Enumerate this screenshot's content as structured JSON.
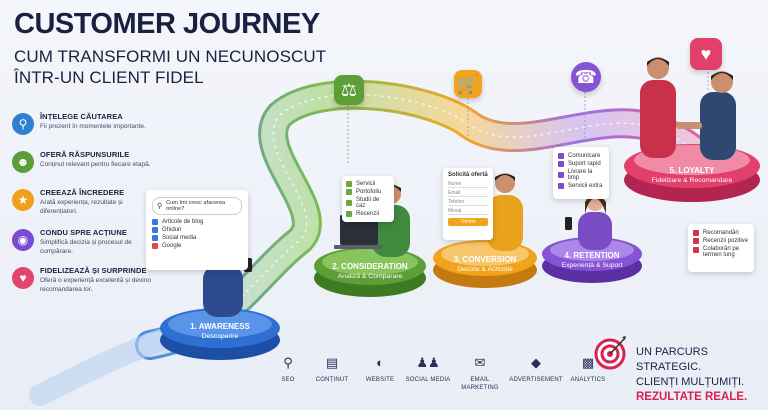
{
  "header": {
    "title": "CUSTOMER JOURNEY",
    "subtitle_line1": "CUM TRANSFORMI UN NECUNOSCUT",
    "subtitle_line2": "ÎNTR-UN CLIENT FIDEL"
  },
  "steps": [
    {
      "title": "ÎNȚELEGE CĂUTAREA",
      "text": "Fii prezent în momentele importante.",
      "icon": "search-icon",
      "color": "#2f7fd1"
    },
    {
      "title": "OFERĂ RĂSPUNSURILE",
      "text": "Conținut relevant pentru fiecare etapă.",
      "icon": "people-icon",
      "color": "#5a9e3a"
    },
    {
      "title": "CREEAZĂ ÎNCREDERE",
      "text": "Arată experiența, rezultate și diferențiatori.",
      "icon": "badge-icon",
      "color": "#f0a11c"
    },
    {
      "title": "CONDU SPRE ACȚIUNE",
      "text": "Simplifică decizia și procesul de cumpărare.",
      "icon": "target-icon",
      "color": "#7b4bd0"
    },
    {
      "title": "FIDELIZEAZĂ ȘI SURPRINDE",
      "text": "Oferă o experiență excelentă și devino recomandarea lor.",
      "icon": "heart-icon",
      "color": "#e0456c"
    }
  ],
  "stages": [
    {
      "label": "1. AWARENESS",
      "sub": "Descoperire",
      "color": "#2f6fd1"
    },
    {
      "label": "2. CONSIDERATION",
      "sub": "Analiză & Comparare",
      "color": "#5d9e37"
    },
    {
      "label": "3. CONVERSION",
      "sub": "Decizie & Achiziție",
      "color": "#f2a31e"
    },
    {
      "label": "4. RETENTION",
      "sub": "Experiență & Suport",
      "color": "#8653d4"
    },
    {
      "label": "5. LOYALTY",
      "sub": "Fidelizare & Recomandare",
      "color": "#e0406a"
    }
  ],
  "search_card": {
    "query": "Cum îmi cresc afacerea online?",
    "items": [
      "Articole de blog",
      "Ghiduri",
      "Social media",
      "Google"
    ]
  },
  "laptop_card": {
    "items": [
      "Servicii",
      "Portofoliu",
      "Studii de caz",
      "Recenzii"
    ]
  },
  "offer_card": {
    "title": "Solicită ofertă",
    "fields": [
      "Nume",
      "Email",
      "Telefon",
      "Mesaj"
    ],
    "button": "Trimite"
  },
  "retention_card": {
    "items": [
      "Comunicare",
      "Suport rapid",
      "Livrare la timp",
      "Servicii extra"
    ]
  },
  "loyalty_card": {
    "items": [
      "Recomandări",
      "Recenzii pozitive",
      "Colaborări pe termen lung"
    ]
  },
  "tools": [
    {
      "label": "SEO",
      "icon": "magnifier-icon"
    },
    {
      "label": "CONȚINUT",
      "icon": "document-icon"
    },
    {
      "label": "WEBSITE",
      "icon": "globe-icon"
    },
    {
      "label": "SOCIAL MEDIA",
      "icon": "group-icon"
    },
    {
      "label": "EMAIL MARKETING",
      "icon": "envelope-icon"
    },
    {
      "label": "ADVERTISEMENT",
      "icon": "megaphone-icon"
    },
    {
      "label": "ANALYTICS",
      "icon": "bars-icon"
    }
  ],
  "tagline": {
    "line1": "UN PARCURS STRATEGIC.",
    "line2": "CLIENȚI MULȚUMIȚI.",
    "line3": "REZULTATE REALE."
  }
}
